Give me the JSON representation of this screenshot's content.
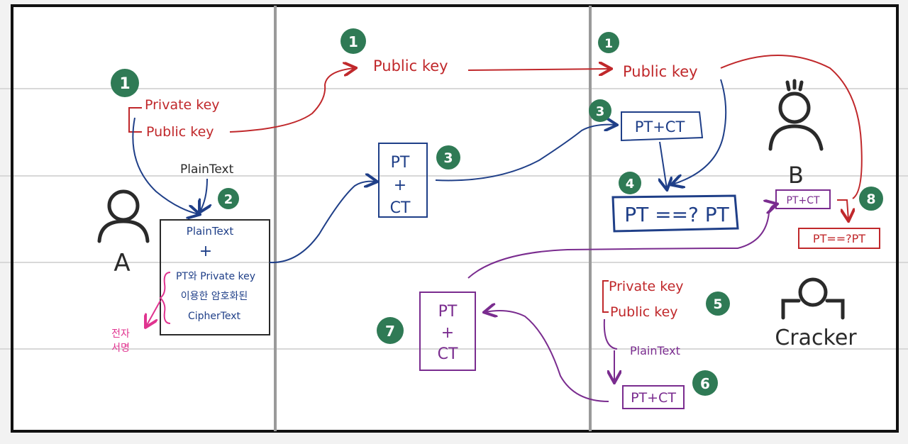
{
  "diagram": {
    "actors": {
      "a_label": "A",
      "b_label": "B",
      "cracker_label": "Cracker"
    },
    "left_panel": {
      "step1": "1",
      "private_key": "Private key",
      "public_key": "Public key",
      "plaintext_label": "PlainText",
      "step2": "2",
      "box_line1": "PlainText",
      "box_line2": "+",
      "box_line3": "PT와 Private key",
      "box_line4": "이용한 암호화된",
      "box_line5": "CipherText",
      "signature_line1": "전자",
      "signature_line2": "서명"
    },
    "middle_panel": {
      "step1": "1",
      "public_key": "Public key",
      "step3": "3",
      "box_pt": "PT",
      "box_plus": "+",
      "box_ct": "CT",
      "step7": "7",
      "box2_pt": "PT",
      "box2_plus": "+",
      "box2_ct": "CT"
    },
    "right_panel": {
      "step1": "1",
      "public_key": "Public key",
      "step3": "3",
      "box_ptct": "PT+CT",
      "step4": "4",
      "compare": "PT ==? PT",
      "b_box": "PT+CT",
      "step8": "8",
      "compare2": "PT==?PT",
      "private_key": "Private key",
      "public_key2": "Public key",
      "step5": "5",
      "plaintext": "PlainText",
      "box_ptct2": "PT+CT",
      "step6": "6"
    }
  },
  "colors": {
    "red": "#c0282b",
    "blue": "#1f3f88",
    "purple": "#7a2c8f",
    "pink": "#e0338f",
    "green": "#2f7a55"
  }
}
